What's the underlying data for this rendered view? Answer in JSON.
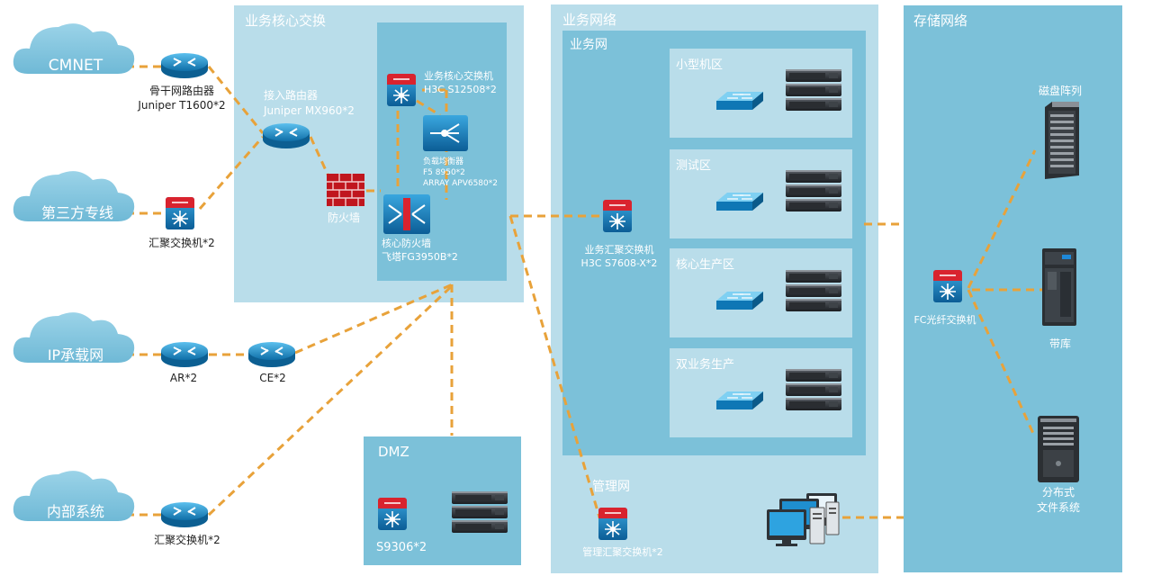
{
  "zones": {
    "core": "业务核心交换",
    "biz_net": "业务网络",
    "biz_sub": "业务网",
    "storage": "存储网络",
    "dmz": "DMZ",
    "mgmt": "管理网"
  },
  "clouds": {
    "cmnet": "CMNET",
    "third": "第三方专线",
    "ip": "IP承载网",
    "internal": "内部系统"
  },
  "devices": {
    "backbone_router": [
      "骨干网路由器",
      "Juniper T1600*2"
    ],
    "agg_switch_top": "汇聚交换机*2",
    "ar": "AR*2",
    "ce": "CE*2",
    "agg_switch_bottom": "汇聚交换机*2",
    "access_router": [
      "接入路由器",
      "Juniper MX960*2"
    ],
    "firewall": "防火墙",
    "core_switch": [
      "业务核心交换机",
      "H3C S12508*2"
    ],
    "load_balancer": [
      "负载均衡器",
      "F5 8950*2",
      "ARRAY APV6580*2"
    ],
    "core_firewall": [
      "核心防火墙",
      "飞塔FG3950B*2"
    ],
    "biz_agg_switch": [
      "业务汇聚交换机",
      "H3C S7608-X*2"
    ],
    "dmz_switch": "S9306*2",
    "mgmt_switch": "管理汇聚交换机*2",
    "fc_switch": "FC光纤交换机",
    "disk_array": "磁盘阵列",
    "tape_lib": "带库",
    "dfs": [
      "分布式",
      "文件系统"
    ]
  },
  "areas": {
    "small": "小型机区",
    "test": "测试区",
    "core_prod": "核心生产区",
    "dual": "双业务生产"
  },
  "colors": {
    "panel_light": "#b9ddea",
    "panel_mid": "#7cc1d9",
    "link": "#e8a23a",
    "cloud": "#7ec3dc",
    "router": "#1f90c9",
    "switch_red": "#d9232e"
  }
}
